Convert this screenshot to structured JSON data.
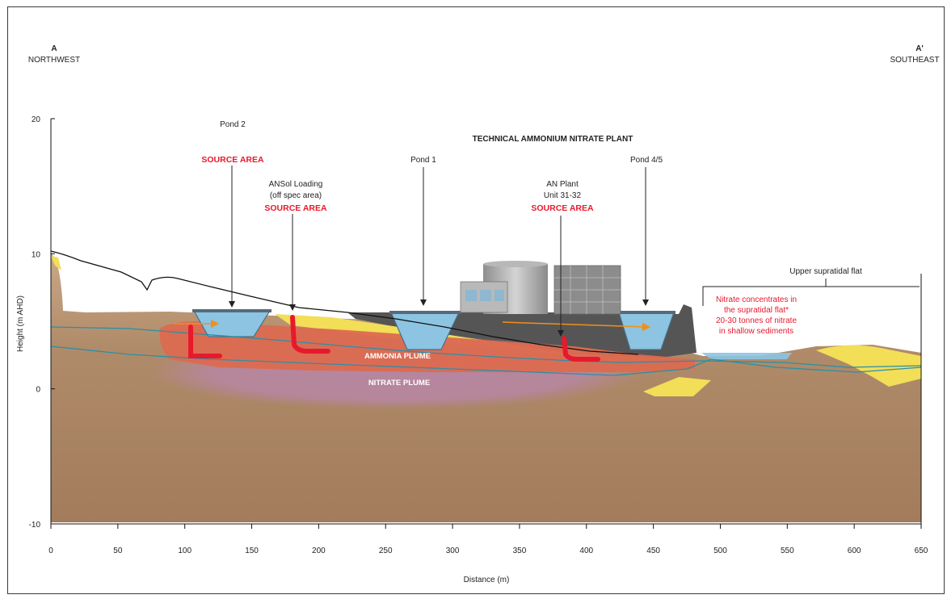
{
  "section": {
    "start_letter": "A",
    "start_direction": "NORTHWEST",
    "end_letter": "A'",
    "end_direction": "SOUTHEAST"
  },
  "axes": {
    "xlabel": "Distance (m)",
    "ylabel": "Height (m AHD)",
    "x_ticks": [
      "0",
      "50",
      "100",
      "150",
      "200",
      "250",
      "300",
      "350",
      "400",
      "450",
      "500",
      "550",
      "600",
      "650"
    ],
    "y_ticks": [
      "20",
      "10",
      "0",
      "-10"
    ],
    "xlim": [
      0,
      650
    ],
    "ylim": [
      -10,
      20
    ]
  },
  "labels": {
    "plant_title": "TECHNICAL AMMONIUM NITRATE PLANT",
    "pond2": "Pond 2",
    "pond2_source": "SOURCE AREA",
    "ansol_line1": "ANSol Loading",
    "ansol_line2": "(off spec area)",
    "ansol_source": "SOURCE AREA",
    "pond1": "Pond 1",
    "anplant_line1": "AN Plant",
    "anplant_line2": "Unit 31-32",
    "anplant_source": "SOURCE AREA",
    "pond45": "Pond 4/5",
    "supratidal": "Upper supratidal flat",
    "nitrate_note_1": "Nitrate concentrates in",
    "nitrate_note_2": "the supratidal flat*",
    "nitrate_note_3": "20-30 tonnes of nitrate",
    "nitrate_note_4": "in shallow sediments",
    "ammonia_plume": "AMMONIA PLUME",
    "nitrate_plume": "NITRATE PLUME"
  },
  "colors": {
    "ground": "#b48e6c",
    "ground_surface": "#c8a788",
    "sand": "#f2de57",
    "ammonia_plume": "#dc6a50",
    "nitrate_plume": "#b786a3",
    "pond_water": "#8cc4e2",
    "fill_dark": "#555555",
    "source_red": "#e8192c",
    "water_table": "#2a8fa8",
    "flow_arrow": "#f0901a"
  }
}
